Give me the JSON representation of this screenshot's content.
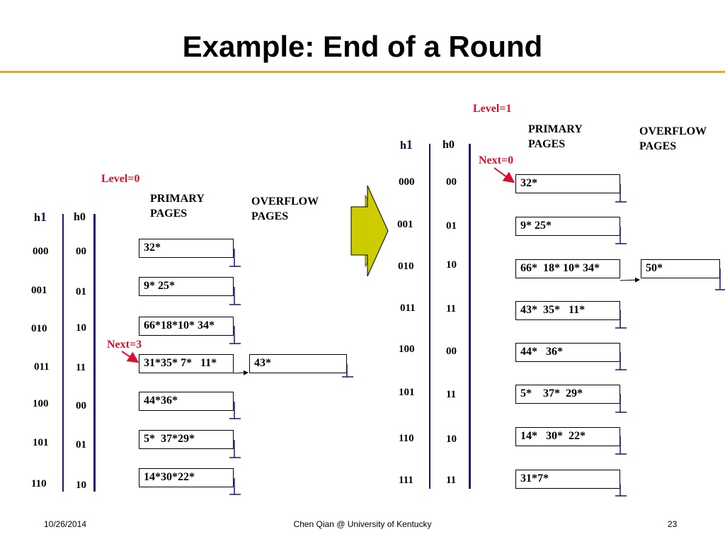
{
  "slide": {
    "title": "Example:  End of a Round",
    "footer": {
      "date": "10/26/2014",
      "credit": "Chen Qian @ University of Kentucky",
      "page": "23"
    }
  },
  "colors": {
    "title_rule": "#f2a31c",
    "accent_red": "#d8102e",
    "purple": "#2a0f6e",
    "arrow_fill": "#cccc00"
  },
  "before": {
    "level_label": "Level=0",
    "next_label": "Next=3",
    "primary_header": "PRIMARY\nPAGES",
    "overflow_header": "OVERFLOW\nPAGES",
    "h1_label": "h",
    "h1_sub": "1",
    "h0_label": "h",
    "h0_sub": "0",
    "rows": [
      {
        "h1": "000",
        "h0": "00",
        "page": "32*"
      },
      {
        "h1": "001",
        "h0": "01",
        "page": "9* 25*"
      },
      {
        "h1": "010",
        "h0": "10",
        "page": "66*18*10* 34*"
      },
      {
        "h1": "011",
        "h0": "11",
        "page": "31*35* 7*   11*",
        "overflow": "43*"
      },
      {
        "h1": "100",
        "h0": "00",
        "page": "44*36*"
      },
      {
        "h1": "101",
        "h0": "01",
        "page": "5*  37*29*"
      },
      {
        "h1": "110",
        "h0": "10",
        "page": "14*30*22*"
      }
    ]
  },
  "after": {
    "level_label": "Level=1",
    "next_label": "Next=0",
    "primary_header": "PRIMARY\nPAGES",
    "overflow_header": "OVERFLOW\nPAGES",
    "h1_label": "h",
    "h1_sub": "1",
    "h0_label": "h",
    "h0_sub": "0",
    "rows": [
      {
        "h1": "000",
        "h0": "00",
        "page": "32*"
      },
      {
        "h1": "001",
        "h0": "01",
        "page": "9* 25*"
      },
      {
        "h1": "010",
        "h0": "10",
        "page": "66*  18* 10* 34*",
        "overflow": "50*"
      },
      {
        "h1": "011",
        "h0": "11",
        "page": "43*  35*   11*"
      },
      {
        "h1": "100",
        "h0": "00",
        "page": "44*   36*"
      },
      {
        "h1": "101",
        "h0": "11",
        "page": "5*    37*  29*"
      },
      {
        "h1": "110",
        "h0": "10",
        "page": "14*   30*  22*"
      },
      {
        "h1": "111",
        "h0": "11",
        "page": "31*7*"
      }
    ]
  }
}
